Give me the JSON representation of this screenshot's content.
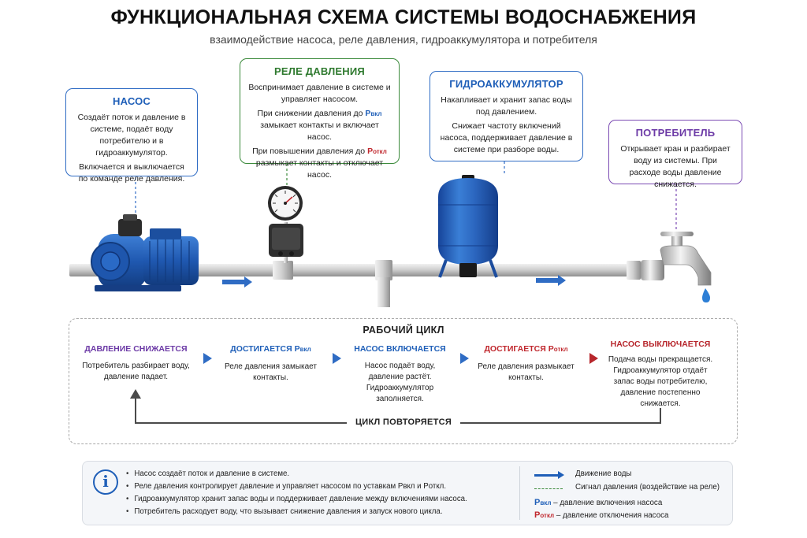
{
  "header": {
    "title": "ФУНКЦИОНАЛЬНАЯ СХЕМА СИСТЕМЫ ВОДОСНАБЖЕНИЯ",
    "subtitle": "взаимодействие насоса, реле давления, гидроаккумулятора и потребителя"
  },
  "callouts": {
    "pump": {
      "title": "НАСОС",
      "p1": "Создаёт поток и давление в системе, подаёт воду потребителю и в гидроаккумулятор.",
      "p2": "Включается и выключается по команде реле давления."
    },
    "relay": {
      "title": "РЕЛЕ ДАВЛЕНИЯ",
      "p1": "Воспринимает давление в системе и управляет насосом.",
      "p2_pre": "При снижении давления до ",
      "p2_post": " замыкает контакты и включает насос.",
      "p3_pre": "При повышении давления до ",
      "p3_post": " размыкает контакты и отключает насос."
    },
    "tank": {
      "title": "ГИДРОАККУМУЛЯТОР",
      "p1": "Накапливает и хранит запас воды под давлением.",
      "p2": "Снижает частоту включений насоса, поддерживает давление в системе при разборе воды."
    },
    "consumer": {
      "title": "ПОТРЕБИТЕЛЬ",
      "p1": "Открывает кран и разбирает воду из системы. При расходе воды давление снижается."
    }
  },
  "symbols": {
    "p_main": "P",
    "on_sub": "вкл",
    "off_sub": "откл"
  },
  "cycle": {
    "title": "РАБОЧИЙ ЦИКЛ",
    "steps": [
      {
        "head": "ДАВЛЕНИЕ СНИЖАЕТСЯ",
        "text": "Потребитель разбирает воду, давление падает."
      },
      {
        "head_pre": "ДОСТИГАЕТСЯ ",
        "text": "Реле давления замыкает контакты."
      },
      {
        "head": "НАСОС ВКЛЮЧАЕТСЯ",
        "text": "Насос подаёт воду, давление растёт. Гидроаккумулятор заполняется."
      },
      {
        "head_pre": "ДОСТИГАЕТСЯ ",
        "text": "Реле давления размыкает контакты."
      },
      {
        "head": "НАСОС ВЫКЛЮЧАЕТСЯ",
        "text": "Подача воды прекращается. Гидроаккумулятор отдаёт запас воды потребителю, давление постепенно снижается."
      }
    ],
    "repeat": "ЦИКЛ ПОВТОРЯЕТСЯ"
  },
  "info": {
    "icon": "i",
    "items": [
      "Насос создаёт поток и давление в системе.",
      "Реле давления контролирует давление и управляет насосом по уставкам Pвкл и Pоткл.",
      "Гидроаккумулятор хранит запас воды и поддерживает давление между включениями насоса.",
      "Потребитель расходует воду, что вызывает снижение давления и запуск нового цикла."
    ]
  },
  "legend": {
    "flow": "Движение воды",
    "signal": "Сигнал давления (воздействие на реле)",
    "p_on_desc": " – давление включения насоса",
    "p_off_desc": " – давление отключения насоса"
  },
  "colors": {
    "pump_blue": "#1f5fb8",
    "relay_green": "#2f7a2f",
    "consumer_purple": "#6c3aa6",
    "off_red": "#c0282e",
    "tank_blue": "#2f6dc0"
  }
}
